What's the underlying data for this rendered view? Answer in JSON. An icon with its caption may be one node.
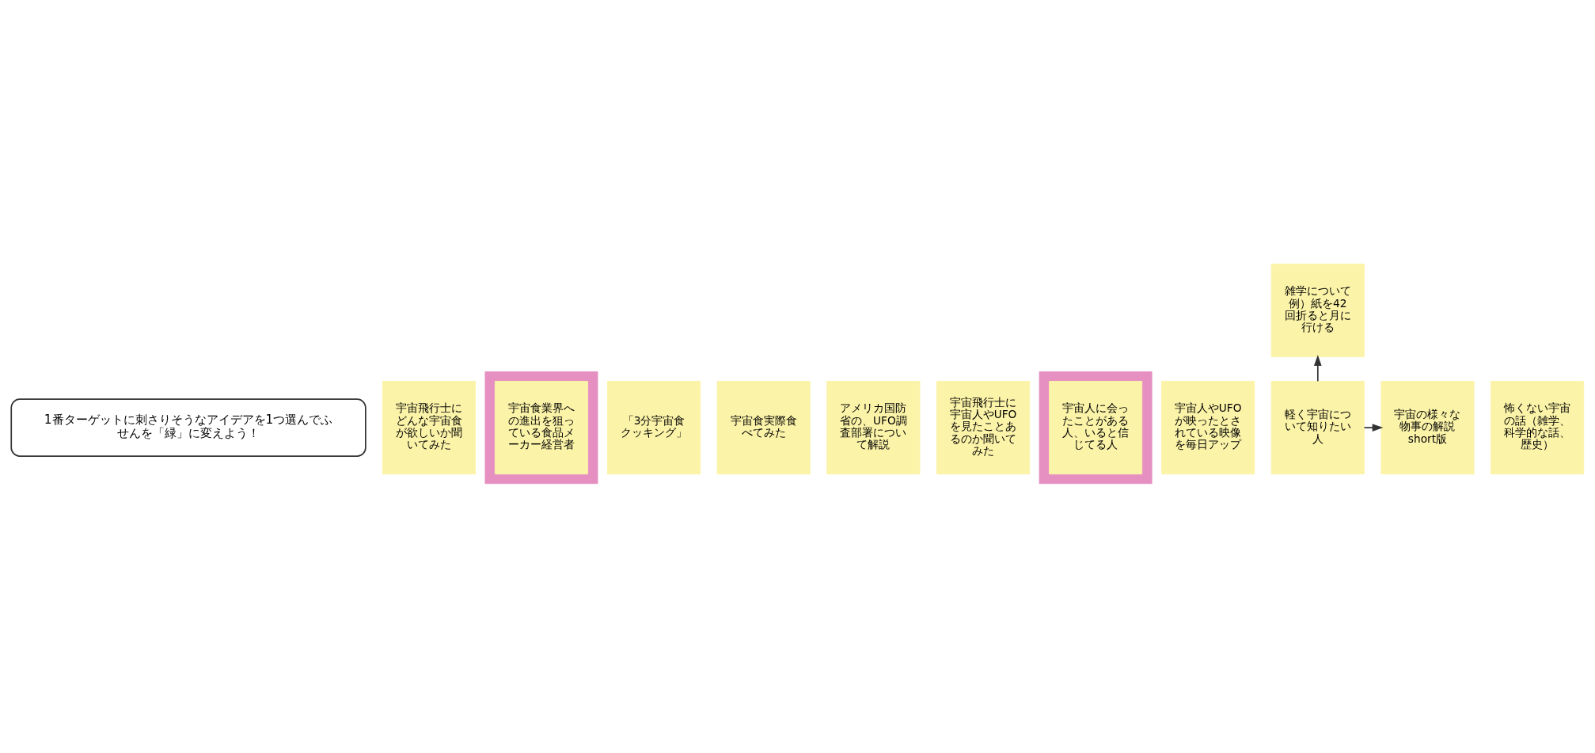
{
  "diagram": {
    "nodes": [
      {
        "text": [
          "1番ターゲットに刺さりそうなアイデアを1つ選んでふせんを「緑」に変えよう！"
        ]
      },
      {
        "text": [
          "宇宙飛行士にどんな宇宙食が欲しいか聞いてみた"
        ]
      },
      {
        "text": [],
        "shape": "box"
      },
      {
        "text": [
          "宇宙食業界への進出を狙っている食品メーカー経営者"
        ],
        "in": 2
      },
      {
        "text": [
          "「3分宇宙食クッキング」"
        ]
      },
      {
        "text": [
          "宇宙食実際食べてみた"
        ]
      },
      {
        "text": [
          "アメリカ国防省の、UFO調査部署について解説"
        ]
      },
      {
        "text": [
          "宇宙飛行士に宇宙人やUFOを見たことあるのか聞いてみた"
        ]
      },
      {
        "text": [],
        "shape": "box"
      },
      {
        "text": [
          "宇宙人に会ったことがある人、いると信じてる人"
        ],
        "in": 8
      },
      {
        "text": [
          "宇宙人やUFOが映ったとされている映像を毎日アップ"
        ]
      },
      {
        "text": [
          "雑学について例）紙を42回折ると月に行ける"
        ]
      },
      {
        "text": [
          "軽く宇宙について知りたい人"
        ]
      },
      {
        "text": [
          "宇宙の様々な物事の解説short版"
        ]
      },
      {
        "text": [
          "怖くない宇宙の話（雑学、科学的な話、歴史）"
        ]
      }
    ],
    "edges": [
      {
        "from": 12,
        "to": 11,
        "arrow": "to"
      },
      {
        "from": 12,
        "to": 13,
        "arrow": "to"
      }
    ]
  }
}
